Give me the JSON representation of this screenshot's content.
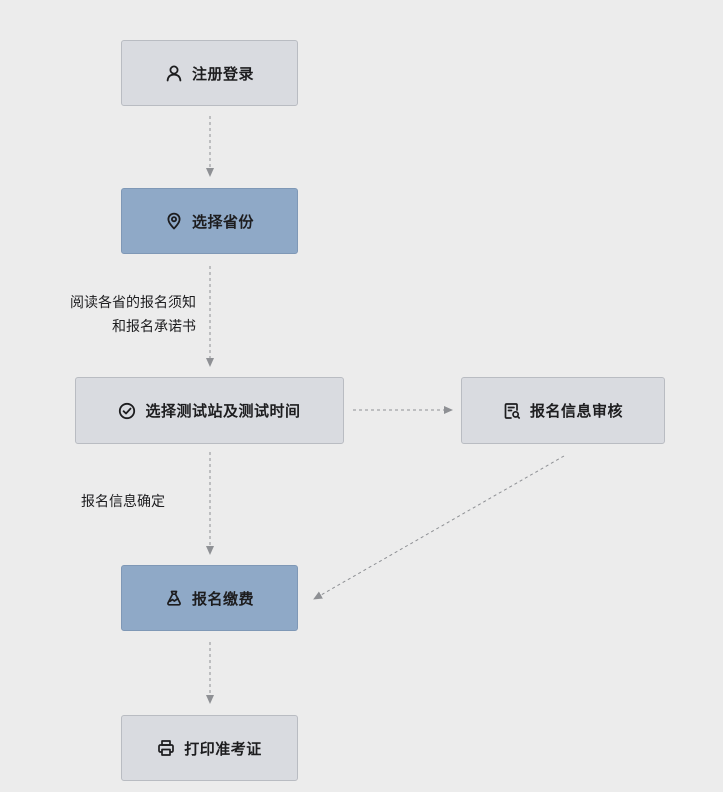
{
  "nodes": {
    "register": {
      "label": "注册登录",
      "icon": "user-icon"
    },
    "province": {
      "label": "选择省份",
      "icon": "location-pin-icon"
    },
    "site": {
      "label": "选择测试站及测试时间",
      "icon": "check-circle-icon"
    },
    "review": {
      "label": "报名信息审核",
      "icon": "document-review-icon"
    },
    "payment": {
      "label": "报名缴费",
      "icon": "payment-bag-icon"
    },
    "print": {
      "label": "打印准考证",
      "icon": "printer-icon"
    }
  },
  "edge_labels": {
    "read_notice_line1": "阅读各省的报名须知",
    "read_notice_line2": "和报名承诺书",
    "confirm_info": "报名信息确定"
  },
  "colors": {
    "background": "#ececec",
    "node_fill": "#d9dbe0",
    "node_active_fill": "#8fa9c7",
    "edge": "#8e9094"
  }
}
